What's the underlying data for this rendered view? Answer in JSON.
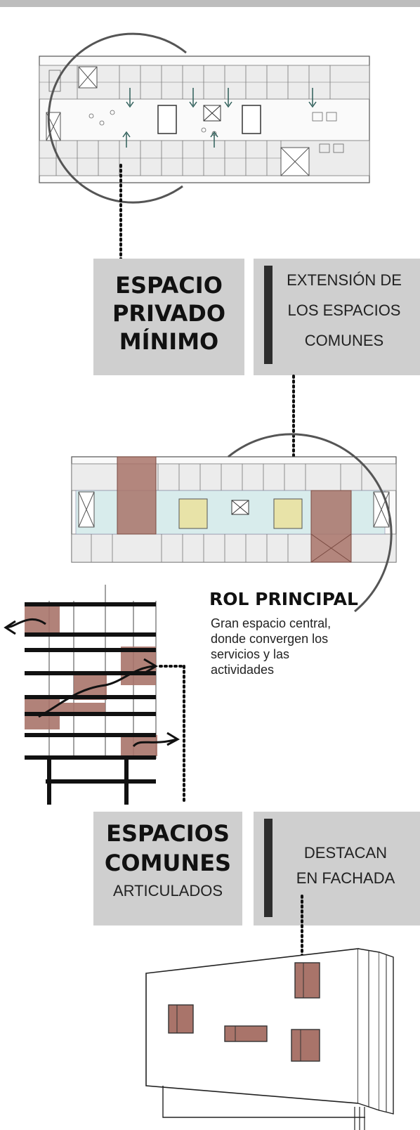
{
  "labels": {
    "block1": {
      "title_lines": [
        "ESPACIO",
        "PRIVADO",
        "MÍNIMO"
      ]
    },
    "block1_side": {
      "lines": [
        "EXTENSIÓN DE",
        "LOS ESPACIOS",
        "COMUNES"
      ]
    },
    "rol": {
      "title": "ROL PRINCIPAL",
      "desc_lines": [
        "Gran espacio central,",
        "donde convergen los",
        "servicios y las",
        "actividades"
      ]
    },
    "block2": {
      "title_lines": [
        "ESPACIOS",
        "COMUNES"
      ],
      "subtitle": "ARTICULADOS"
    },
    "block2_side": {
      "lines": [
        "DESTACAN",
        "EN FACHADA"
      ]
    }
  },
  "colors": {
    "accent_brown": "#a9746a",
    "highlight_yellow": "#e8e3a8",
    "light_blue": "#d8ecec",
    "label_gray": "#cfcfcf",
    "ink": "#222222"
  }
}
